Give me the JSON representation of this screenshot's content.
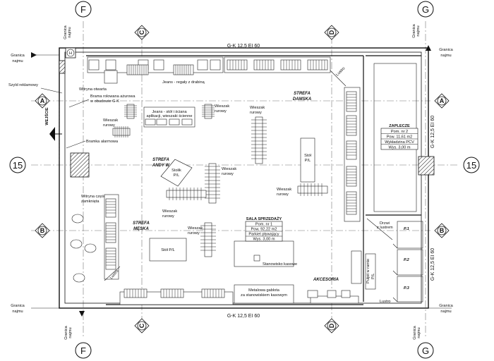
{
  "grid_axes": {
    "top": [
      "F",
      "G"
    ],
    "bottom": [
      "F",
      "G"
    ],
    "left": [
      "A",
      "15",
      "B"
    ],
    "right": [
      "A",
      "15",
      "B"
    ],
    "sections": [
      "C",
      "D"
    ]
  },
  "boundary": {
    "granica_top_left": [
      "Granica",
      "najmu"
    ],
    "granica_left_upper": [
      "Granica",
      "najmu"
    ],
    "granica_right_upper": [
      "Granica",
      "najmu"
    ],
    "granica_top_right": [
      "Granica",
      "najmu"
    ],
    "granica_left_lower": [
      "Granica",
      "najmu"
    ],
    "granica_right_lower": [
      "Granica",
      "najmu"
    ],
    "granica_bottom_left": [
      "Granica",
      "najmu"
    ],
    "granica_bottom_right": [
      "Granica",
      "najmu"
    ]
  },
  "walls": {
    "top": "G-K 12,5 EI 60",
    "bottom": "G-K 12,5 EI 60",
    "right_upper": "G-K 12,5 EI 60",
    "right_lower": "G-K 12,5 EI 60"
  },
  "entrance": {
    "label": "WEJŚCIE",
    "szyld": "Szyld reklamowy",
    "witryna_otwarta": "Witryna otwarta",
    "brama": [
      "Brama rolowana ażurowa",
      "w obudowie G-K"
    ],
    "bramka": "Bramka alarmowa",
    "witryna_zamknieta": [
      "Witryna częściowo",
      "zamknięta"
    ],
    "hydrant": "H"
  },
  "zones": {
    "damska": [
      "STREFA",
      "DAMSKA"
    ],
    "andy": [
      "STREFA",
      "ANDY W"
    ],
    "meska": [
      "STREFA",
      "MĘSKA"
    ],
    "akcesoria": "AKCESORIA"
  },
  "fixtures": {
    "jeans_regaly": "Jeans - regały z drabiną",
    "jeans_stol": [
      "Jeans - stół i ściana",
      "aplikacji, wieszaki ścienne"
    ],
    "wieszak": [
      "Wieszak",
      "rurowy"
    ],
    "stolik": [
      "Stolik",
      "P/L"
    ],
    "stol_right": [
      "Stół",
      "P/L"
    ],
    "stol_bottom": "Stół P/L",
    "stanowisko": "Stanowisko kasowe",
    "metalowa": [
      "Metalowa gablota",
      "za stanowiskiem kasowym"
    ],
    "lustro": "Lustro",
    "drzwi": [
      "Drzwi",
      "z lustrem"
    ],
    "pulpit": [
      "Pulpit w ramie",
      "P/L"
    ]
  },
  "sala": {
    "title": "SALA SPRZEDAŻY",
    "rows": [
      "Pom. nr 1",
      "Pow. 92,22 m2",
      "Parkiet pływający",
      "Wys. 3,00 m"
    ]
  },
  "zaplecze": {
    "title": "ZAPLECZE",
    "rows": [
      "Pom. nr 2",
      "Pow. 11,61 m2",
      "Wykładzina PCV",
      "Wys. 3,00 m"
    ]
  },
  "fitting_rooms": [
    "P.1",
    "P.2",
    "P.3"
  ]
}
